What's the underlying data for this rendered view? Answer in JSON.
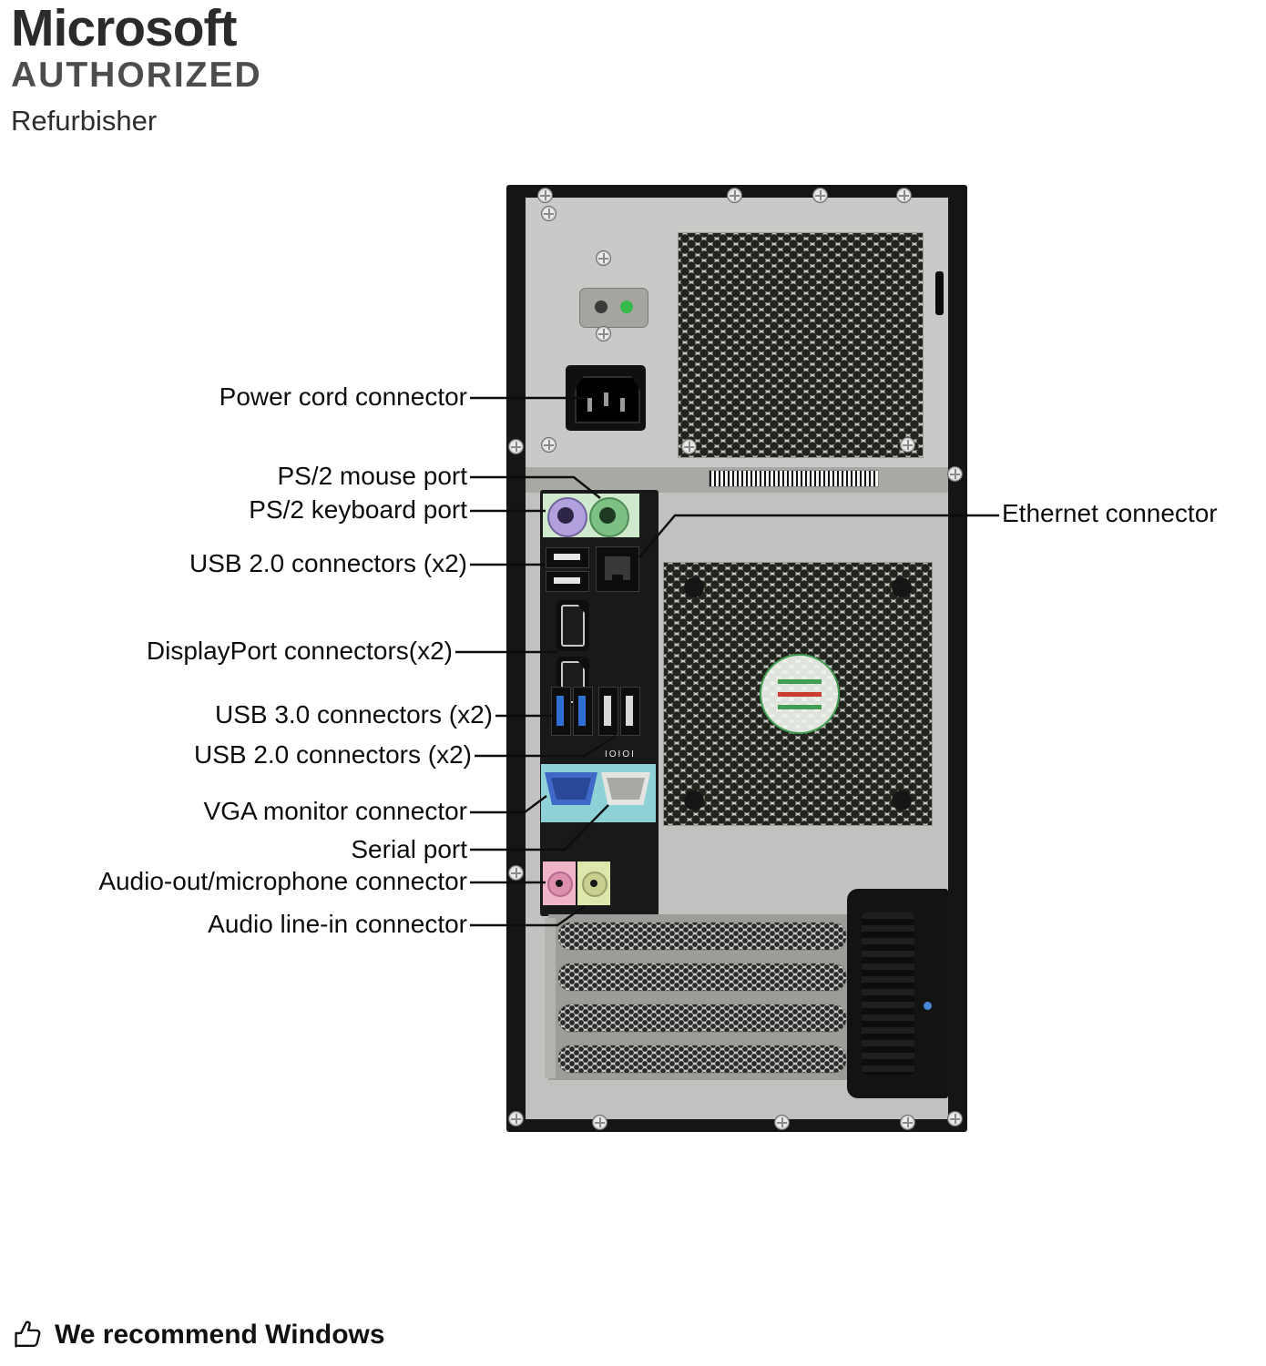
{
  "badge": {
    "line1": "Microsoft",
    "line2": "AUTHORIZED",
    "line3": "Refurbisher"
  },
  "annotations": {
    "left": [
      {
        "id": "power-cord",
        "text": "Power cord connector"
      },
      {
        "id": "ps2-mouse",
        "text": "PS/2 mouse port"
      },
      {
        "id": "ps2-keyboard",
        "text": "PS/2 keyboard port"
      },
      {
        "id": "usb2-top",
        "text": "USB 2.0 connectors (x2)"
      },
      {
        "id": "displayport",
        "text": "DisplayPort connectors(x2)"
      },
      {
        "id": "usb3",
        "text": "USB 3.0 connectors (x2)"
      },
      {
        "id": "usb2-bottom",
        "text": "USB 2.0 connectors (x2)"
      },
      {
        "id": "vga",
        "text": "VGA monitor connector"
      },
      {
        "id": "serial",
        "text": "Serial port"
      },
      {
        "id": "audio-out",
        "text": "Audio-out/microphone connector"
      },
      {
        "id": "audio-in",
        "text": "Audio line-in connector"
      }
    ],
    "right": [
      {
        "id": "ethernet",
        "text": "Ethernet connector"
      }
    ]
  },
  "ports": {
    "serial_label": "IOIOI"
  },
  "footer": {
    "recommend": "We recommend Windows"
  },
  "colors": {
    "ps2_keyboard_purple": "#b2a0dd",
    "ps2_mouse_green": "#7cc183",
    "vga_blue": "#3f68c9",
    "serial_panel_teal": "#8ed2d8",
    "audio_out_pink": "#f0b4c8",
    "audio_in_lime": "#dfe6ad",
    "usb3_blue": "#2f6fd4",
    "chassis_silver": "#c1c1bf",
    "frame_black": "#151515"
  }
}
